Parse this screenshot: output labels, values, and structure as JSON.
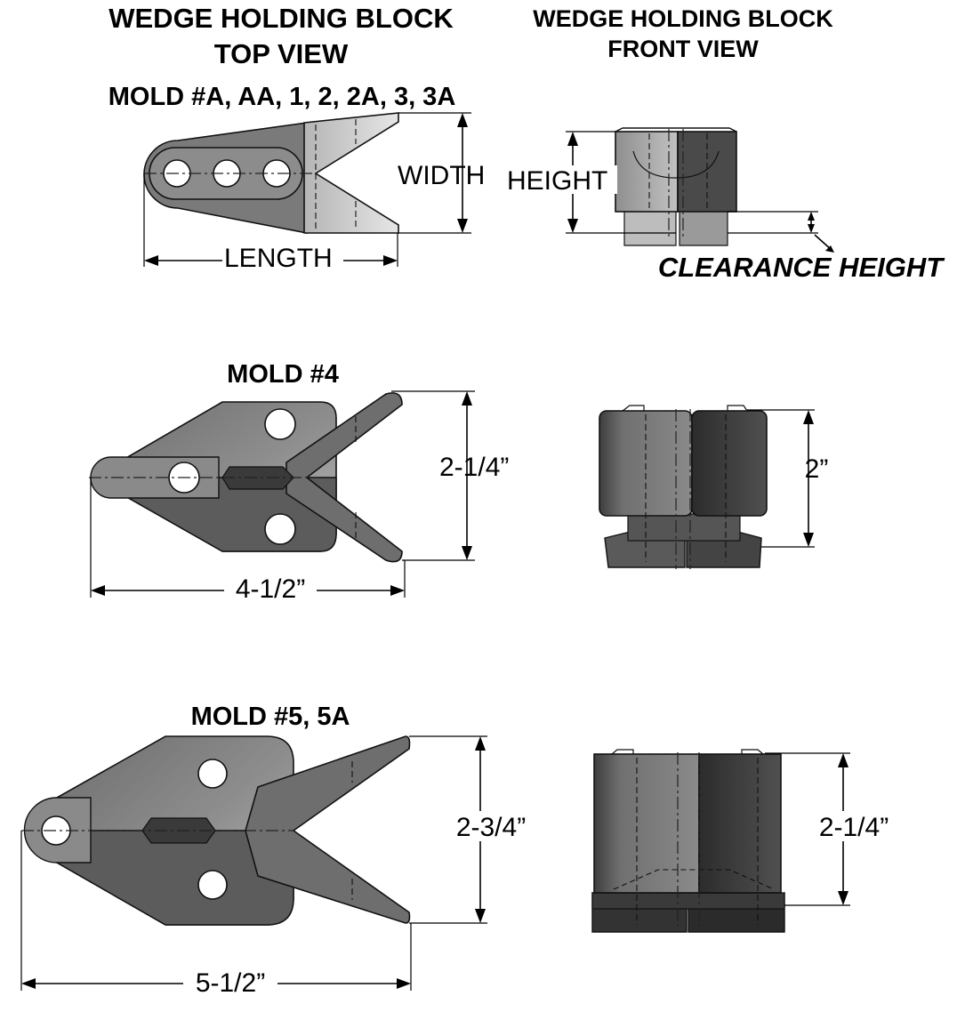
{
  "headers": {
    "top_view_line1": "WEDGE HOLDING BLOCK",
    "top_view_line2": "TOP VIEW",
    "front_view_line1": "WEDGE HOLDING BLOCK",
    "front_view_line2": "FRONT VIEW"
  },
  "rows": [
    {
      "mold_label": "MOLD #A, AA, 1, 2, 2A, 3, 3A",
      "width_label": "WIDTH",
      "length_label": "LENGTH",
      "height_label": "HEIGHT",
      "clearance_label": "CLEARANCE HEIGHT"
    },
    {
      "mold_label": "MOLD #4",
      "width_label": "2-1/4”",
      "length_label": "4-1/2”",
      "height_label": "2”"
    },
    {
      "mold_label": "MOLD #5, 5A",
      "width_label": "2-3/4”",
      "length_label": "5-1/2”",
      "height_label": "2-1/4”"
    }
  ],
  "colors": {
    "body_dark": "#5a5a5a",
    "body_mid": "#808080",
    "body_light": "#c8c8c8",
    "ink": "#000000"
  }
}
